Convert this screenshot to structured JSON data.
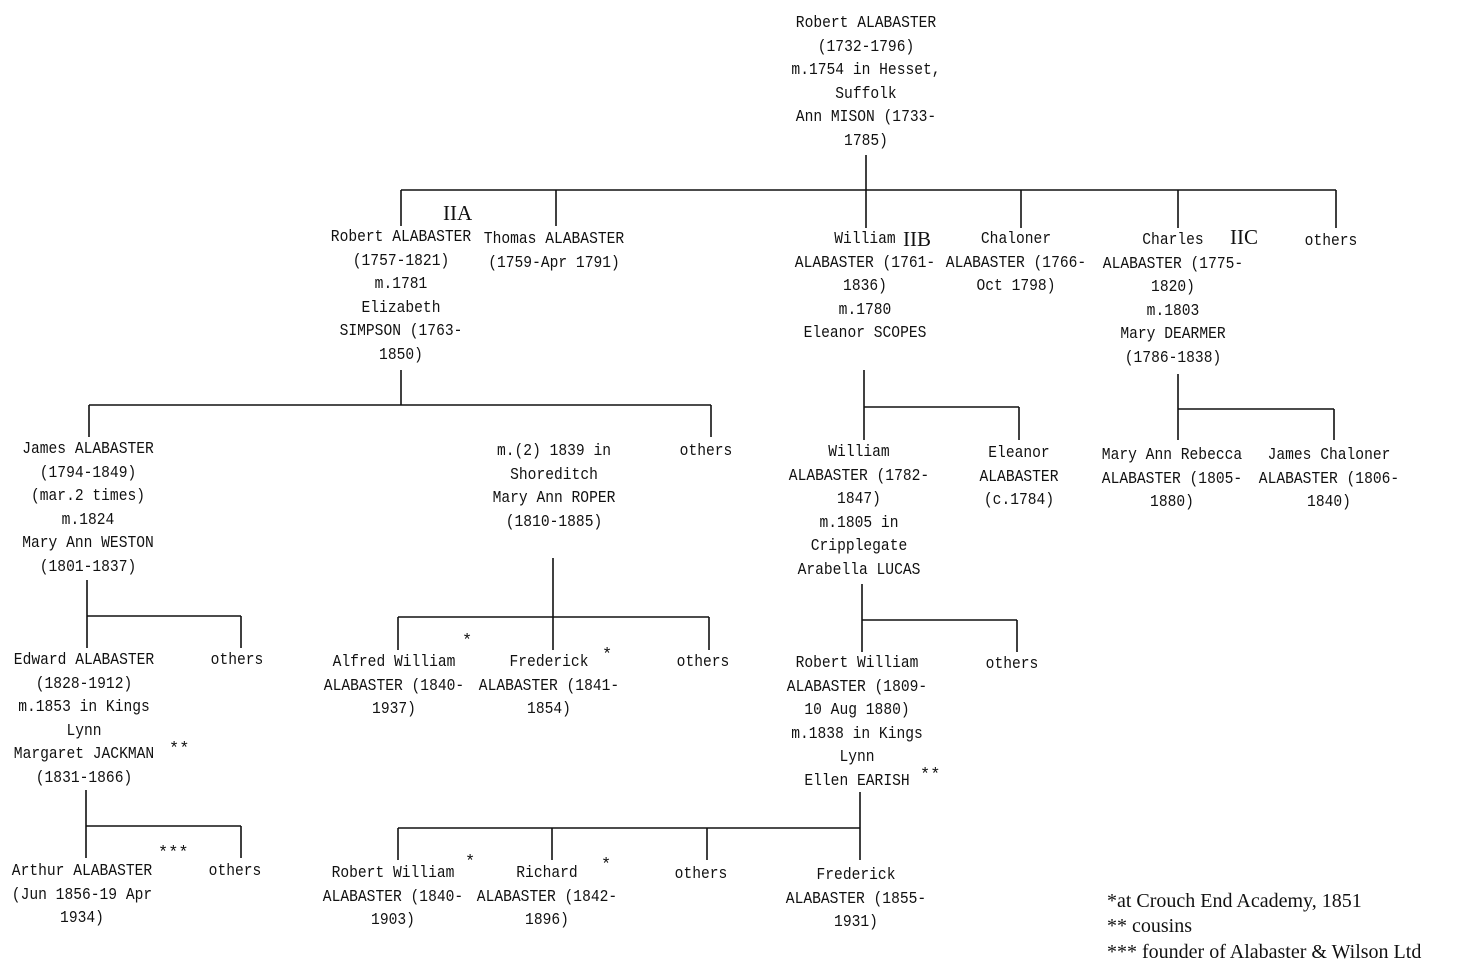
{
  "nodes": {
    "root": [
      "Robert ALABASTER",
      "(1732-1796)",
      "m.1754 in Hesset,",
      "Suffolk",
      "Ann MISON (1733-",
      "1785)"
    ],
    "robert_1757": [
      "Robert ALABASTER",
      "(1757-1821)",
      "m.1781",
      "Elizabeth",
      "SIMPSON (1763-",
      "1850)"
    ],
    "thomas": [
      "Thomas ALABASTER",
      "(1759-Apr 1791)"
    ],
    "william_1761": [
      "William",
      "ALABASTER (1761-",
      "1836)",
      "m.1780",
      "Eleanor SCOPES"
    ],
    "chaloner": [
      "Chaloner",
      "ALABASTER (1766-",
      "Oct 1798)"
    ],
    "charles": [
      "Charles",
      "ALABASTER (1775-",
      "1820)",
      "m.1803",
      "Mary DEARMER",
      "(1786-1838)"
    ],
    "others_gen2": [
      "others"
    ],
    "james_1794": [
      "James ALABASTER",
      "(1794-1849)",
      "(mar.2 times)",
      "m.1824",
      "Mary Ann WESTON",
      "(1801-1837)"
    ],
    "second_marriage": [
      "m.(2) 1839 in",
      "Shoreditch",
      "Mary Ann ROPER",
      "(1810-1885)"
    ],
    "others_gen3a": [
      "others"
    ],
    "william_1782": [
      "William",
      "ALABASTER (1782-",
      "1847)",
      "m.1805 in",
      "Cripplegate",
      "Arabella LUCAS"
    ],
    "eleanor": [
      "Eleanor",
      "ALABASTER",
      "(c.1784)"
    ],
    "mary_ann_rebecca": [
      "Mary Ann Rebecca",
      "ALABASTER (1805-",
      "1880)"
    ],
    "james_chaloner": [
      "James Chaloner",
      "ALABASTER (1806-",
      "1840)"
    ],
    "edward": [
      "Edward ALABASTER",
      "(1828-1912)",
      "m.1853 in Kings",
      "Lynn",
      "Margaret JACKMAN",
      "(1831-1866)"
    ],
    "others_gen4a": [
      "others"
    ],
    "alfred": [
      "Alfred William",
      "ALABASTER (1840-",
      "1937)"
    ],
    "frederick_1841": [
      "Frederick",
      "ALABASTER (1841-",
      "1854)"
    ],
    "others_gen4b": [
      "others"
    ],
    "robert_william_1809": [
      "Robert William",
      "ALABASTER (1809-",
      "10 Aug 1880)",
      "m.1838 in Kings",
      "Lynn",
      "Ellen EARISH"
    ],
    "others_gen4c": [
      "others"
    ],
    "arthur": [
      "Arthur ALABASTER",
      "(Jun 1856-19 Apr",
      "1934)"
    ],
    "others_gen5a": [
      "others"
    ],
    "robert_william_1840": [
      "Robert William",
      "ALABASTER (1840-",
      "1903)"
    ],
    "richard": [
      "Richard",
      "ALABASTER (1842-",
      "1896)"
    ],
    "others_gen5b": [
      "others"
    ],
    "frederick_1855": [
      "Frederick",
      "ALABASTER (1855-",
      "1931)"
    ]
  },
  "branch_labels": {
    "iia": "IIA",
    "iib": "IIB",
    "iic": "IIC"
  },
  "marks": {
    "alfred": "*",
    "frederick_1841": "*",
    "margaret": "**",
    "ellen": "**",
    "arthur": "***",
    "robert_william_1840": "*",
    "richard": "*"
  },
  "legend": {
    "single": "*at Crouch End Academy, 1851",
    "double": "** cousins",
    "triple": "*** founder of Alabaster & Wilson Ltd"
  },
  "colors": {
    "ink": "#111111",
    "background": "#ffffff"
  }
}
